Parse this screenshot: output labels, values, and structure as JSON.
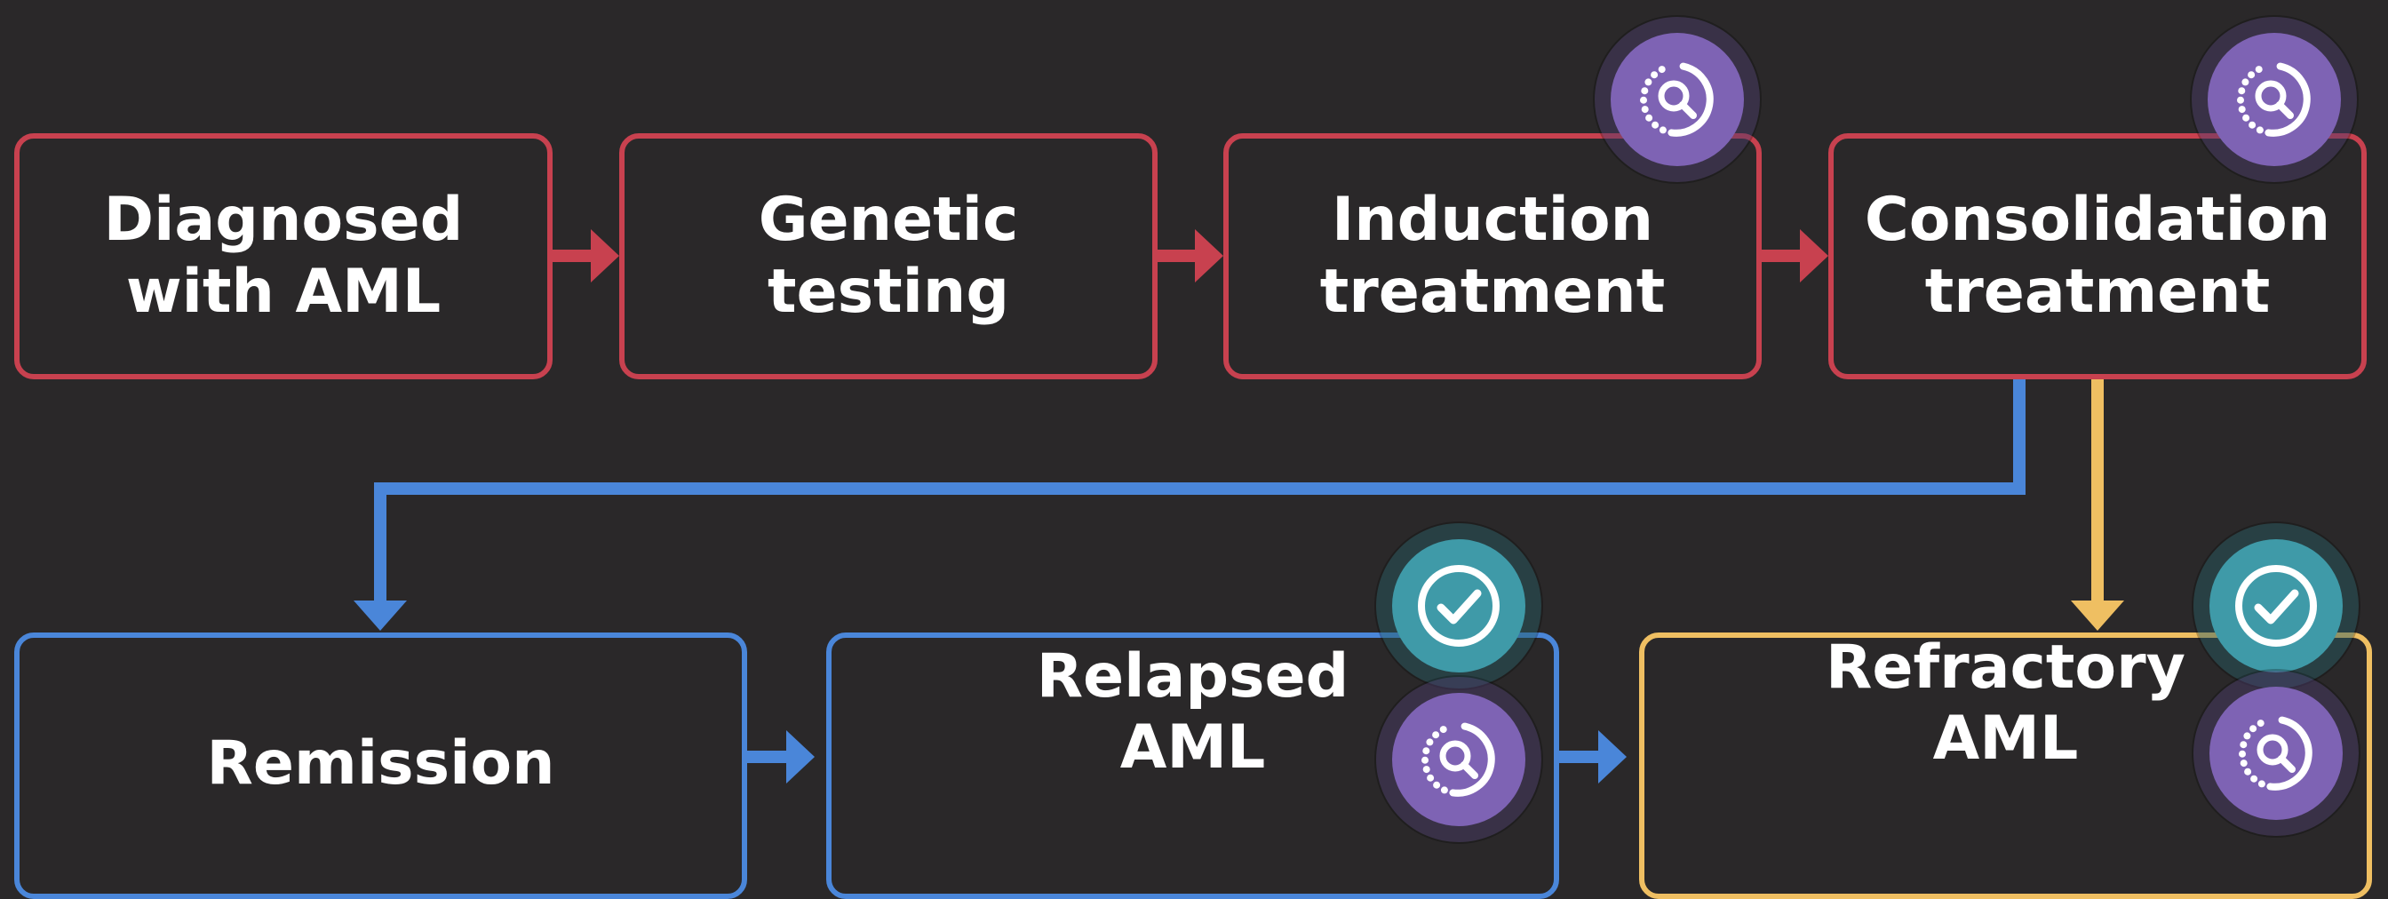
{
  "colors": {
    "background": "#2a2829",
    "active_red": "#c8414f",
    "remission_blue": "#4a86d9",
    "refractory_yellow": "#efbf62",
    "search_badge_purple": "#7e63b4",
    "check_badge_teal": "#3f9aa8"
  },
  "nodes": [
    {
      "id": "diagnosed",
      "lines": [
        "Diagnosed",
        "with AML"
      ],
      "color": "active_red"
    },
    {
      "id": "genetic",
      "lines": [
        "Genetic",
        "testing"
      ],
      "color": "active_red"
    },
    {
      "id": "induction",
      "lines": [
        "Induction",
        "treatment"
      ],
      "color": "active_red",
      "badges": [
        "search-icon"
      ]
    },
    {
      "id": "consolidation",
      "lines": [
        "Consolidation",
        "treatment"
      ],
      "color": "active_red",
      "badges": [
        "search-icon"
      ]
    },
    {
      "id": "remission",
      "lines": [
        "Remission"
      ],
      "color": "remission_blue"
    },
    {
      "id": "relapsed",
      "lines": [
        "Relapsed",
        "AML"
      ],
      "color": "remission_blue",
      "badges": [
        "check-icon",
        "search-icon"
      ]
    },
    {
      "id": "refractory",
      "lines": [
        "Refractory",
        "AML"
      ],
      "color": "refractory_yellow",
      "badges": [
        "check-icon",
        "search-icon"
      ]
    }
  ],
  "edges": [
    {
      "from": "diagnosed",
      "to": "genetic",
      "color": "active_red"
    },
    {
      "from": "genetic",
      "to": "induction",
      "color": "active_red"
    },
    {
      "from": "induction",
      "to": "consolidation",
      "color": "active_red"
    },
    {
      "from": "consolidation",
      "to": "remission",
      "color": "remission_blue"
    },
    {
      "from": "consolidation",
      "to": "refractory",
      "color": "refractory_yellow"
    },
    {
      "from": "remission",
      "to": "relapsed",
      "color": "remission_blue"
    },
    {
      "from": "relapsed",
      "to": "refractory",
      "color": "remission_blue"
    }
  ]
}
